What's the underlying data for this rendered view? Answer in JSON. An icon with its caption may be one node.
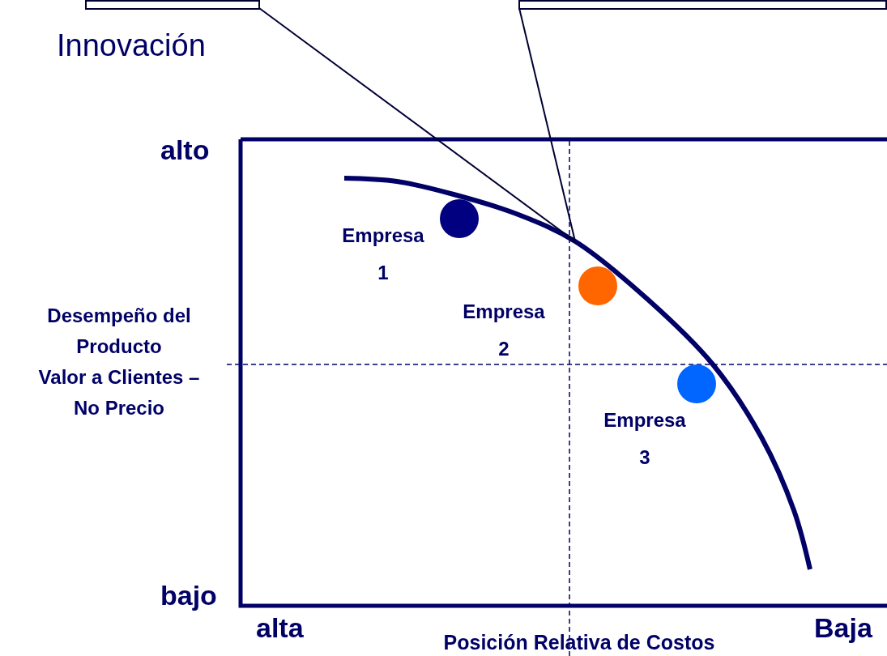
{
  "diagram": {
    "nodes": [
      {
        "text": [],
        "shape": "box"
      },
      {
        "text": [],
        "shape": "box"
      }
    ],
    "edges": [
      {
        "from": 0,
        "to": null,
        "arrow": "none"
      },
      {
        "from": 1,
        "to": null,
        "arrow": "none"
      }
    ],
    "labels": [
      "Innovación",
      "alto",
      "Empresa 1",
      "Empresa 2",
      "Desempeño del Producto",
      "Valor a Clientes – No Precio",
      "Empresa 3",
      "bajo",
      "alta",
      "Baja",
      "Posición Relativa de Costos"
    ]
  }
}
